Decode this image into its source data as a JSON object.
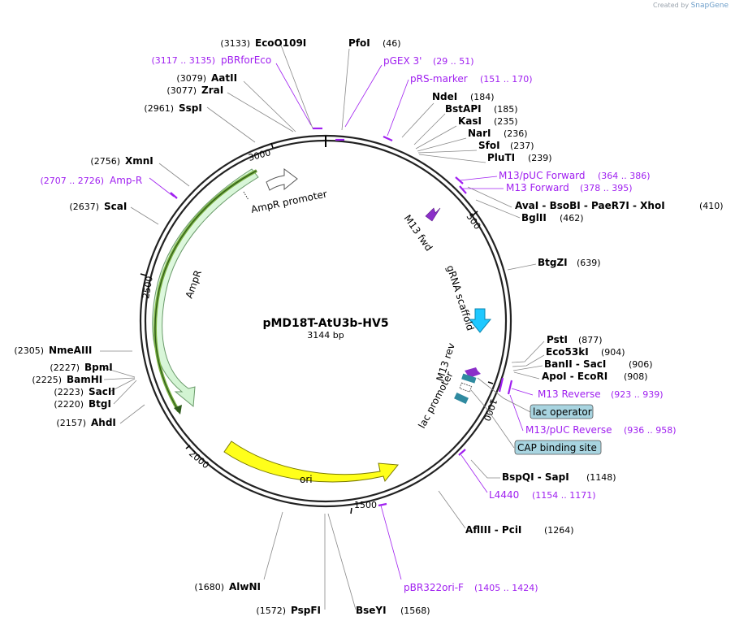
{
  "credit": {
    "prefix": "Created by",
    "brand": "SnapGene"
  },
  "plasmid": {
    "name": "pMD18T-AtU3b-HV5",
    "length_label": "3144 bp",
    "length": 3144
  },
  "ticks": [
    {
      "pos": 500,
      "label": "500"
    },
    {
      "pos": 1000,
      "label": "1000"
    },
    {
      "pos": 1500,
      "label": "1500"
    },
    {
      "pos": 2000,
      "label": "2000"
    },
    {
      "pos": 2500,
      "label": "2500"
    },
    {
      "pos": 3000,
      "label": "3000"
    }
  ],
  "sites": [
    {
      "name": "PfoI",
      "pos": "(46)",
      "bp": 46
    },
    {
      "name": "NdeI",
      "pos": "(184)",
      "bp": 184
    },
    {
      "name": "BstAPI",
      "pos": "(185)",
      "bp": 185
    },
    {
      "name": "KasI",
      "pos": "(235)",
      "bp": 235
    },
    {
      "name": "NarI",
      "pos": "(236)",
      "bp": 236
    },
    {
      "name": "SfoI",
      "pos": "(237)",
      "bp": 237
    },
    {
      "name": "PluTI",
      "pos": "(239)",
      "bp": 239
    },
    {
      "name": "AvaI  - BsoBI  - PaeR7I  - XhoI",
      "pos": "(410)",
      "bp": 410
    },
    {
      "name": "BglII",
      "pos": "(462)",
      "bp": 462
    },
    {
      "name": "BtgZI",
      "pos": "(639)",
      "bp": 639
    },
    {
      "name": "PstI",
      "pos": "(877)",
      "bp": 877
    },
    {
      "name": "Eco53kI",
      "pos": "(904)",
      "bp": 904
    },
    {
      "name": "BanII  - SacI",
      "pos": "(906)",
      "bp": 906
    },
    {
      "name": "ApoI  - EcoRI",
      "pos": "(908)",
      "bp": 908
    },
    {
      "name": "BspQI  - SapI",
      "pos": "(1148)",
      "bp": 1148
    },
    {
      "name": "AflIII  - PciI",
      "pos": "(1264)",
      "bp": 1264
    },
    {
      "name": "BseYI",
      "pos": "(1568)",
      "bp": 1568
    },
    {
      "name": "PspFI",
      "pos": "(1572)",
      "bp": 1572
    },
    {
      "name": "AlwNI",
      "pos": "(1680)",
      "bp": 1680
    },
    {
      "name": "AhdI",
      "pos": "(2157)",
      "bp": 2157
    },
    {
      "name": "BtgI",
      "pos": "(2220)",
      "bp": 2220
    },
    {
      "name": "SacII",
      "pos": "(2223)",
      "bp": 2223
    },
    {
      "name": "BamHI",
      "pos": "(2225)",
      "bp": 2225
    },
    {
      "name": "BpmI",
      "pos": "(2227)",
      "bp": 2227
    },
    {
      "name": "NmeAIII",
      "pos": "(2305)",
      "bp": 2305
    },
    {
      "name": "ScaI",
      "pos": "(2637)",
      "bp": 2637
    },
    {
      "name": "XmnI",
      "pos": "(2756)",
      "bp": 2756
    },
    {
      "name": "SspI",
      "pos": "(2961)",
      "bp": 2961
    },
    {
      "name": "ZraI",
      "pos": "(3077)",
      "bp": 3077
    },
    {
      "name": "AatII",
      "pos": "(3079)",
      "bp": 3079
    },
    {
      "name": "EcoO109I",
      "pos": "(3133)",
      "bp": 3133
    }
  ],
  "primers": [
    {
      "name": "pGEX 3'",
      "range": "(29 .. 51)",
      "bp": 40
    },
    {
      "name": "pRS-marker",
      "range": "(151 .. 170)",
      "bp": 160
    },
    {
      "name": "M13/pUC Forward",
      "range": "(364 .. 386)",
      "bp": 375
    },
    {
      "name": "M13 Forward",
      "range": "(378 .. 395)",
      "bp": 386
    },
    {
      "name": "M13 Reverse",
      "range": "(923 .. 939)",
      "bp": 931
    },
    {
      "name": "M13/pUC Reverse",
      "range": "(936 .. 958)",
      "bp": 947
    },
    {
      "name": "L4440",
      "range": "(1154 .. 1171)",
      "bp": 1162
    },
    {
      "name": "pBR322ori-F",
      "range": "(1405 .. 1424)",
      "bp": 1414
    },
    {
      "name": "Amp-R",
      "range": "(2707 .. 2726)",
      "bp": 2716
    },
    {
      "name": "pBRforEco",
      "range": "(3117 .. 3135)",
      "bp": 3126
    }
  ],
  "features": [
    {
      "name": "AmpR promoter"
    },
    {
      "name": "AmpR"
    },
    {
      "name": "ori"
    },
    {
      "name": "M13 fwd"
    },
    {
      "name": "gRNA scaffold"
    },
    {
      "name": "M13 rev"
    },
    {
      "name": "lac promoter"
    }
  ],
  "boxed_features": [
    {
      "name": "lac operator"
    },
    {
      "name": "CAP binding site"
    }
  ],
  "colors": {
    "backbone": "#222222",
    "primer": "#a020f0",
    "ampr": "#ccf5cc",
    "ampr_orf": "#8bc34a",
    "ori": "#ffff00",
    "gRNA": "#22c0f0",
    "m13": "#9933cc",
    "lac": "#2f8aa0",
    "box_fill": "#a8d4e0"
  }
}
